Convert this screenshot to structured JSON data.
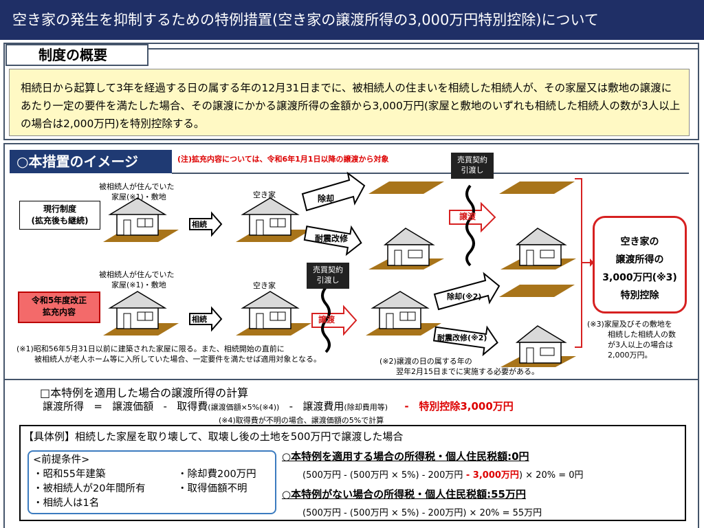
{
  "header": {
    "title": "空き家の発生を抑制するための特例措置(空き家の譲渡所得の3,000万円特別控除)について"
  },
  "overview": {
    "tab_label": "制度の概要",
    "text": "相続日から起算して3年を経過する日の属する年の12月31日までに、被相続人の住まいを相続した相続人が、その家屋又は敷地の譲渡にあたり一定の要件を満たした場合、その譲渡にかかる譲渡所得の金額から3,000万円(家屋と敷地のいずれも相続した相続人の数が3人以上の場合は2,000万円)を特別控除する。"
  },
  "image_section": {
    "tab_label": "○本措置のイメージ",
    "note": "(注)拡充内容については、令和6年1月1日以降の譲渡から対象",
    "current": {
      "label_line1": "現行制度",
      "label_line2": "(拡充後も継続)",
      "house_caption_line1": "被相続人が住んでいた",
      "house_caption_line2": "家屋(※1)・敷地",
      "vacant_caption": "空き家",
      "inherit_label": "相続",
      "demolish_label": "除却",
      "renovate_label": "耐震改修",
      "contract_line1": "売買契約",
      "contract_line2": "引渡し",
      "transfer_label": "譲渡"
    },
    "expanded": {
      "label_line1": "令和5年度改正",
      "label_line2": "拡充内容",
      "house_caption_line1": "被相続人が住んでいた",
      "house_caption_line2": "家屋(※1)・敷地",
      "vacant_caption": "空き家",
      "inherit_label": "相続",
      "contract_line1": "売買契約",
      "contract_line2": "引渡し",
      "transfer_label": "譲渡",
      "demolish_label": "除却(※2)",
      "renovate_label": "耐震改修(※2)"
    },
    "result": {
      "line1": "空き家の",
      "line2": "譲渡所得の",
      "line3": "3,000万円(※3)",
      "line4": "特別控除"
    },
    "footnote1_line1": "(※1)昭和56年5月31日以前に建築された家屋に限る。また、相続開始の直前に",
    "footnote1_line2": "被相続人が老人ホーム等に入所していた場合、一定要件を満たせば適用対象となる。",
    "footnote2_line1": "(※2)譲渡の日の属する年の",
    "footnote2_line2": "翌年2月15日までに実施する必要がある。",
    "footnote3_line1": "(※3)家屋及びその敷地を",
    "footnote3_line2": "相続した相続人の数",
    "footnote3_line3": "が3人以上の場合は",
    "footnote3_line4": "2,000万円。"
  },
  "calculation": {
    "title": "□本特例を適用した場合の譲渡所得の計算",
    "income": "譲渡所得",
    "eq": "=",
    "price": "譲渡価額",
    "minus": "-",
    "cost": "取得費",
    "cost_note": "(譲渡価額×5%(※4))",
    "expense": "譲渡費用",
    "expense_note": "(除却費用等)",
    "deduction": "特別控除3,000万円",
    "note": "(※4)取得費が不明の場合、譲渡価額の5%で計算"
  },
  "example": {
    "title": "【具体例】相続した家屋を取り壊して、取壊し後の土地を500万円で譲渡した場合",
    "premise_title": "<前提条件>",
    "premise": [
      "・昭和55年建築",
      "・除却費200万円",
      "・被相続人が20年間所有",
      "・取得価額不明",
      "・相続人は1名"
    ],
    "with_title": "○本特例を適用する場合の所得税・個人住民税額:0円",
    "with_calc_a": "(500万円 - (500万円 × 5%) - 200万円",
    "with_calc_red": " - 3,000万円",
    "with_calc_b": ") × 20% = 0円",
    "without_title": "○本特例がない場合の所得税・個人住民税額:55万円",
    "without_calc": "(500万円 - (500万円 × 5%) - 200万円) × 20% = 55万円"
  }
}
